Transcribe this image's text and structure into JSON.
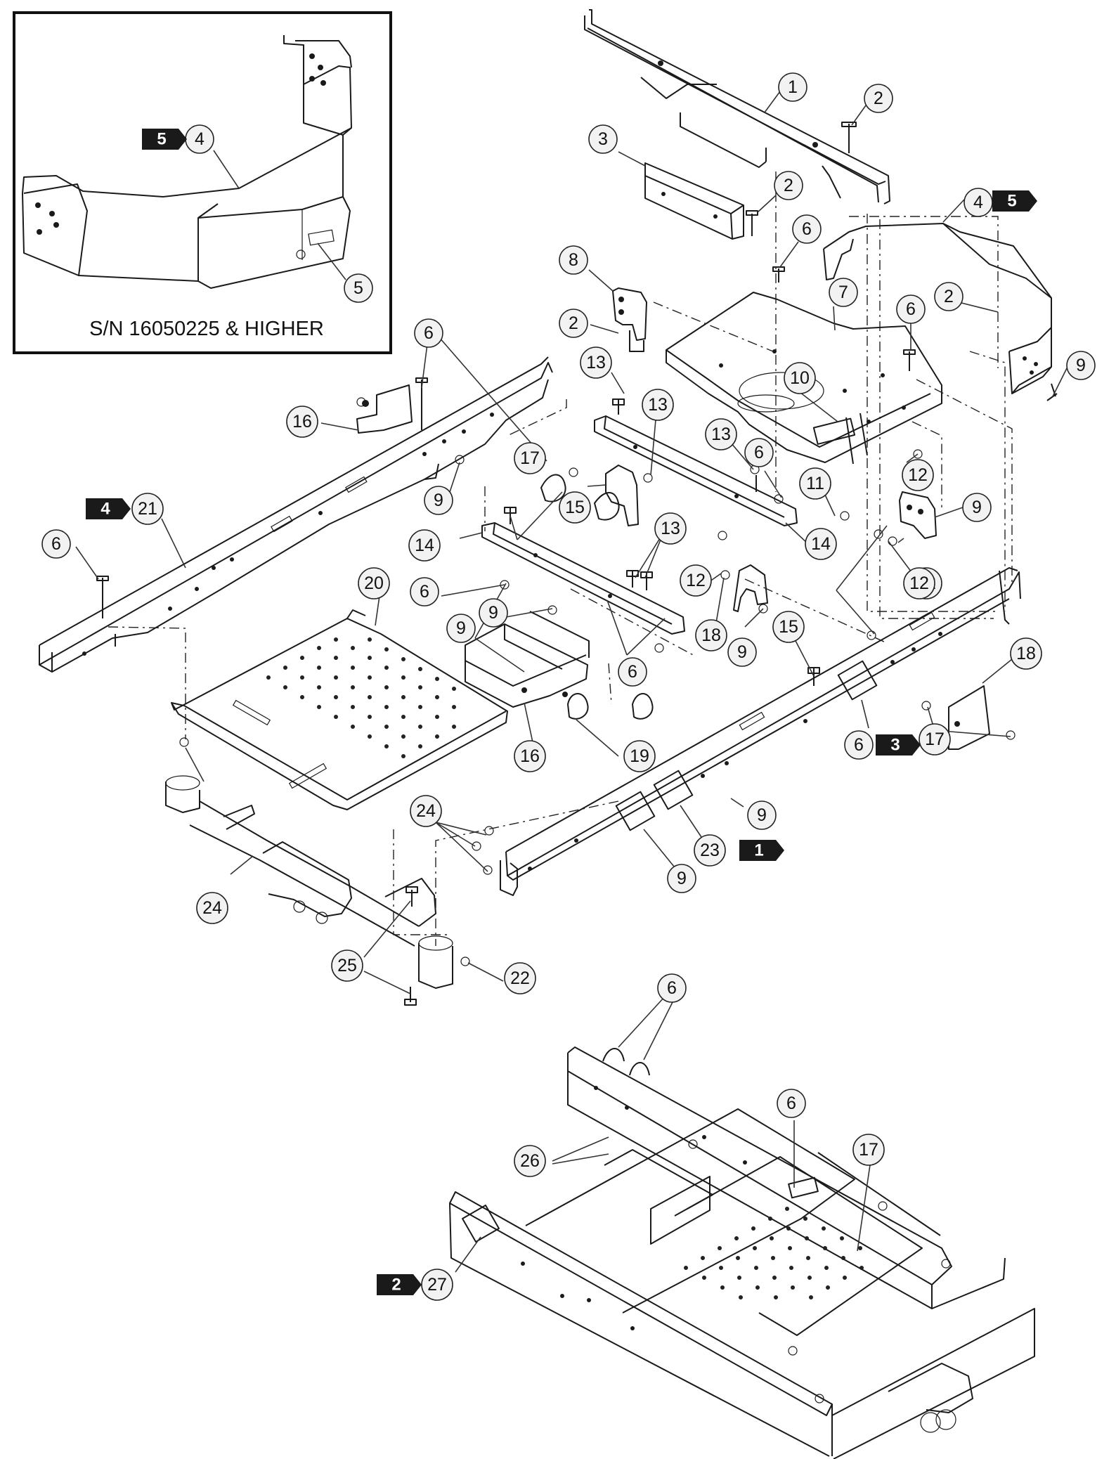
{
  "inset": {
    "caption": "S/N 16050225 & HIGHER",
    "callouts": [
      {
        "name": "inset-callout-4",
        "label": "4"
      },
      {
        "name": "inset-callout-5",
        "label": "5"
      }
    ],
    "flags": [
      {
        "name": "inset-flag-5",
        "label": "5"
      }
    ]
  },
  "callouts": [
    {
      "name": "callout-1",
      "label": "1"
    },
    {
      "name": "callout-2-top",
      "label": "2"
    },
    {
      "name": "callout-3",
      "label": "3"
    },
    {
      "name": "callout-2-mid",
      "label": "2"
    },
    {
      "name": "callout-6-top",
      "label": "6"
    },
    {
      "name": "callout-4-seat",
      "label": "4"
    },
    {
      "name": "callout-8",
      "label": "8"
    },
    {
      "name": "callout-7",
      "label": "7"
    },
    {
      "name": "callout-6-right",
      "label": "6"
    },
    {
      "name": "callout-2-right-a",
      "label": "2"
    },
    {
      "name": "callout-2-right-b",
      "label": "2"
    },
    {
      "name": "callout-9-a",
      "label": "9"
    },
    {
      "name": "callout-10",
      "label": "10"
    },
    {
      "name": "callout-6-left-top",
      "label": "6"
    },
    {
      "name": "callout-13-a",
      "label": "13"
    },
    {
      "name": "callout-16-left",
      "label": "16"
    },
    {
      "name": "callout-9-b",
      "label": "9"
    },
    {
      "name": "callout-12-a",
      "label": "12"
    },
    {
      "name": "callout-13-b",
      "label": "13"
    },
    {
      "name": "callout-6-mid",
      "label": "6"
    },
    {
      "name": "callout-13-c",
      "label": "13"
    },
    {
      "name": "callout-11",
      "label": "11"
    },
    {
      "name": "callout-9-c",
      "label": "9"
    },
    {
      "name": "callout-12-b",
      "label": "12"
    },
    {
      "name": "callout-21",
      "label": "21"
    },
    {
      "name": "callout-15-a",
      "label": "15"
    },
    {
      "name": "callout-14-a",
      "label": "14"
    },
    {
      "name": "callout-14-b",
      "label": "14"
    },
    {
      "name": "callout-13-d",
      "label": "13"
    },
    {
      "name": "callout-17-a",
      "label": "17"
    },
    {
      "name": "callout-6-left",
      "label": "6"
    },
    {
      "name": "callout-12-c",
      "label": "12"
    },
    {
      "name": "callout-12-d",
      "label": "12"
    },
    {
      "name": "callout-20",
      "label": "20"
    },
    {
      "name": "callout-6-center",
      "label": "6"
    },
    {
      "name": "callout-9-d",
      "label": "9"
    },
    {
      "name": "callout-9-e",
      "label": "9"
    },
    {
      "name": "callout-18-a",
      "label": "18"
    },
    {
      "name": "callout-9-f",
      "label": "9"
    },
    {
      "name": "callout-15-b",
      "label": "15"
    },
    {
      "name": "callout-6-c",
      "label": "6"
    },
    {
      "name": "callout-18-b",
      "label": "18"
    },
    {
      "name": "callout-16-right",
      "label": "16"
    },
    {
      "name": "callout-19",
      "label": "19"
    },
    {
      "name": "callout-17-b",
      "label": "17"
    },
    {
      "name": "callout-6-right-b",
      "label": "6"
    },
    {
      "name": "callout-24-a",
      "label": "24"
    },
    {
      "name": "callout-9-g",
      "label": "9"
    },
    {
      "name": "callout-23",
      "label": "23"
    },
    {
      "name": "callout-9-h",
      "label": "9"
    },
    {
      "name": "callout-24-b",
      "label": "24"
    },
    {
      "name": "callout-25",
      "label": "25"
    },
    {
      "name": "callout-22",
      "label": "22"
    },
    {
      "name": "callout-6-bottom-a",
      "label": "6"
    },
    {
      "name": "callout-6-bottom-b",
      "label": "6"
    },
    {
      "name": "callout-17-c",
      "label": "17"
    },
    {
      "name": "callout-26",
      "label": "26"
    },
    {
      "name": "callout-27",
      "label": "27"
    },
    {
      "name": "callout-18-c",
      "label": "18"
    },
    {
      "name": "callout-24-c",
      "label": "24"
    }
  ],
  "flags": [
    {
      "name": "flag-5-seat",
      "label": "5"
    },
    {
      "name": "flag-4-rail",
      "label": "4"
    },
    {
      "name": "flag-3-decal",
      "label": "3"
    },
    {
      "name": "flag-1-decal",
      "label": "1"
    },
    {
      "name": "flag-2-decal",
      "label": "2"
    }
  ]
}
